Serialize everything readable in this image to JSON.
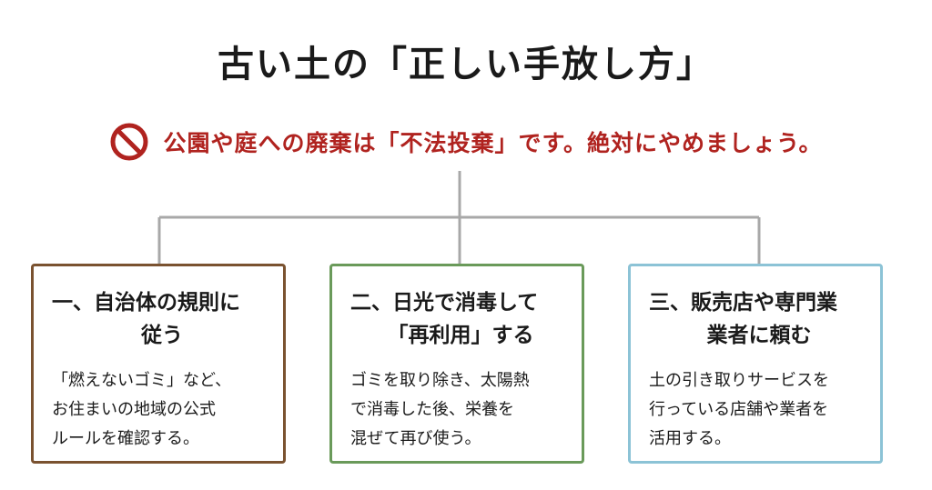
{
  "title": "古い土の「正しい手放し方」",
  "warning": {
    "icon": "prohibited-icon",
    "text": "公園や庭への廃棄は「不法投棄」です。絶対にやめましょう。",
    "color": "#b0231f"
  },
  "cards": [
    {
      "heading_line1": "一、自治体の規則に",
      "heading_line2": "従う",
      "body_lines": [
        "「燃えないゴミ」など、",
        "お住まいの地域の公式",
        "ルールを確認する。"
      ],
      "border_color": "#7a5230"
    },
    {
      "heading_line1": "二、日光で消毒して",
      "heading_line2": "「再利用」する",
      "body_lines": [
        "ゴミを取り除き、太陽熱",
        "で消毒した後、栄養を",
        "混ぜて再び使う。"
      ],
      "border_color": "#6a9a5a"
    },
    {
      "heading_line1": "三、販売店や専門業",
      "heading_line2": "業者に頼む",
      "body_lines": [
        "土の引き取りサービスを",
        "行っている店舗や業者を",
        "活用する。"
      ],
      "border_color": "#8cc3d6"
    }
  ]
}
